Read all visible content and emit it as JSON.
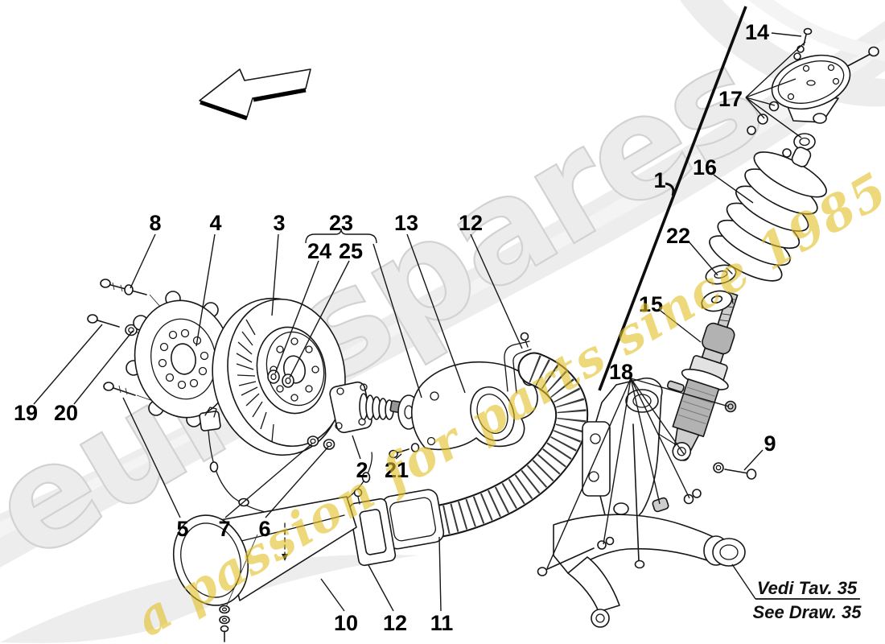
{
  "diagram": {
    "watermark": {
      "brand": "eurospares",
      "tagline": "a passion for parts since 1985"
    },
    "icons": {
      "direction_arrow": "arrow-down-left"
    },
    "note": {
      "line1": "Vedi Tav. 35",
      "line2": "See Draw. 35"
    },
    "callouts": [
      {
        "id": "8",
        "label": "8"
      },
      {
        "id": "4",
        "label": "4"
      },
      {
        "id": "3",
        "label": "3"
      },
      {
        "id": "23",
        "label": "23"
      },
      {
        "id": "24",
        "label": "24"
      },
      {
        "id": "25",
        "label": "25"
      },
      {
        "id": "13",
        "label": "13"
      },
      {
        "id": "12-top",
        "label": "12"
      },
      {
        "id": "19",
        "label": "19"
      },
      {
        "id": "20",
        "label": "20"
      },
      {
        "id": "5",
        "label": "5"
      },
      {
        "id": "7",
        "label": "7"
      },
      {
        "id": "6",
        "label": "6"
      },
      {
        "id": "2",
        "label": "2"
      },
      {
        "id": "21",
        "label": "21"
      },
      {
        "id": "10",
        "label": "10"
      },
      {
        "id": "12-bottom",
        "label": "12"
      },
      {
        "id": "11",
        "label": "11"
      },
      {
        "id": "1",
        "label": "1"
      },
      {
        "id": "14",
        "label": "14"
      },
      {
        "id": "17",
        "label": "17"
      },
      {
        "id": "16",
        "label": "16"
      },
      {
        "id": "22",
        "label": "22"
      },
      {
        "id": "15",
        "label": "15"
      },
      {
        "id": "18",
        "label": "18"
      },
      {
        "id": "9",
        "label": "9"
      }
    ]
  }
}
